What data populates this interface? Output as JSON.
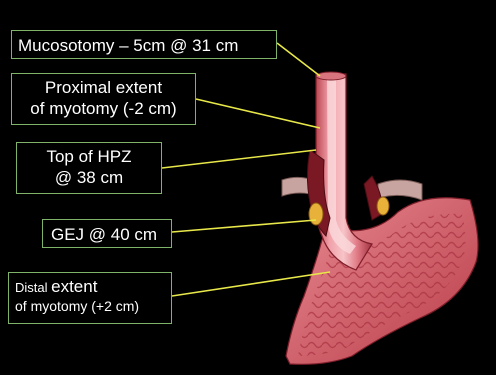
{
  "labels": {
    "mucosotomy": "Mucosotomy – 5cm @ 31 cm",
    "proximal_line1": "Proximal extent",
    "proximal_line2": "of myotomy (-2 cm)",
    "hpz_line1": "Top of HPZ",
    "hpz_line2": "@ 38 cm",
    "gej": "GEJ @ 40 cm",
    "distal_line1_small": "Distal ",
    "distal_line1_large": "extent",
    "distal_line2": "of myotomy (+2 cm)"
  },
  "colors": {
    "background": "#000000",
    "callout_border": "#7fb36a",
    "leader_line": "#e8e84a",
    "mucosa": "#e8707a",
    "muscle": "#c94a56",
    "fat": "#e8b23a"
  }
}
